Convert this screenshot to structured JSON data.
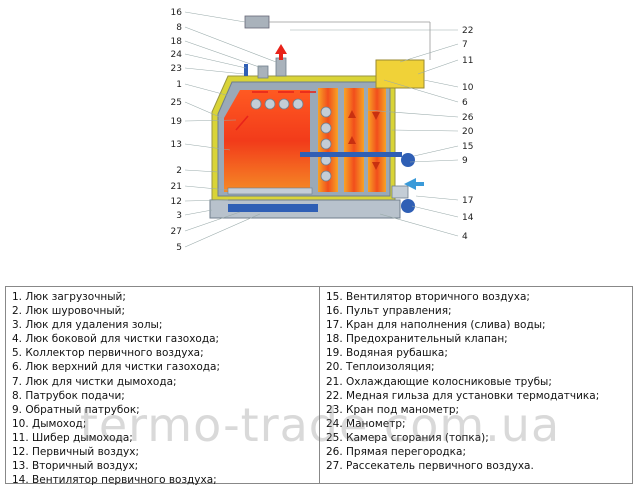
{
  "diagram": {
    "callouts_left": [
      "16",
      "8",
      "18",
      "24",
      "23",
      "1",
      "25",
      "19",
      "13",
      "2",
      "21",
      "12",
      "3",
      "27",
      "5"
    ],
    "callouts_right": [
      "22",
      "7",
      "11",
      "10",
      "6",
      "26",
      "20",
      "15",
      "9",
      "17",
      "14",
      "4"
    ]
  },
  "legend": {
    "left": [
      "1. Люк загрузочный;",
      "2. Люк шуровочный;",
      "3. Люк для удаления золы;",
      "4. Люк боковой для чистки газохода;",
      "5. Коллектор первичного воздуха;",
      "6. Люк верхний для чистки газохода;",
      "7. Люк для чистки дымохода;",
      "8. Патрубок подачи;",
      "9. Обратный патрубок;",
      "10. Дымоход;",
      "11. Шибер дымохода;",
      "12. Первичный воздух;",
      "13. Вторичный воздух;",
      "14. Вентилятор первичного воздуха;"
    ],
    "right": [
      "15. Вентилятор вторичного воздуха;",
      "16. Пульт управления;",
      "17. Кран для наполнения (слива) воды;",
      "18. Предохранительный клапан;",
      "19. Водяная рубашка;",
      "20. Теплоизоляция;",
      "21. Охлаждающие колосниковые трубы;",
      "22. Медная гильза для установки термодатчика;",
      "23. Кран под манометр;",
      "24. Манометр;",
      "25. Камера сгорания (топка);",
      "26. Прямая перегородка;",
      "27. Рассекатель первичного воздуха."
    ]
  },
  "watermark": "termo-trade.com.ua",
  "colors": {
    "fire": "#f04a1e",
    "fire_light": "#f7a326",
    "water_jacket": "#9aa9b8",
    "insulation": "#d9d437",
    "blue_pipe": "#2f5fb5",
    "arrow_red": "#e8231a"
  }
}
